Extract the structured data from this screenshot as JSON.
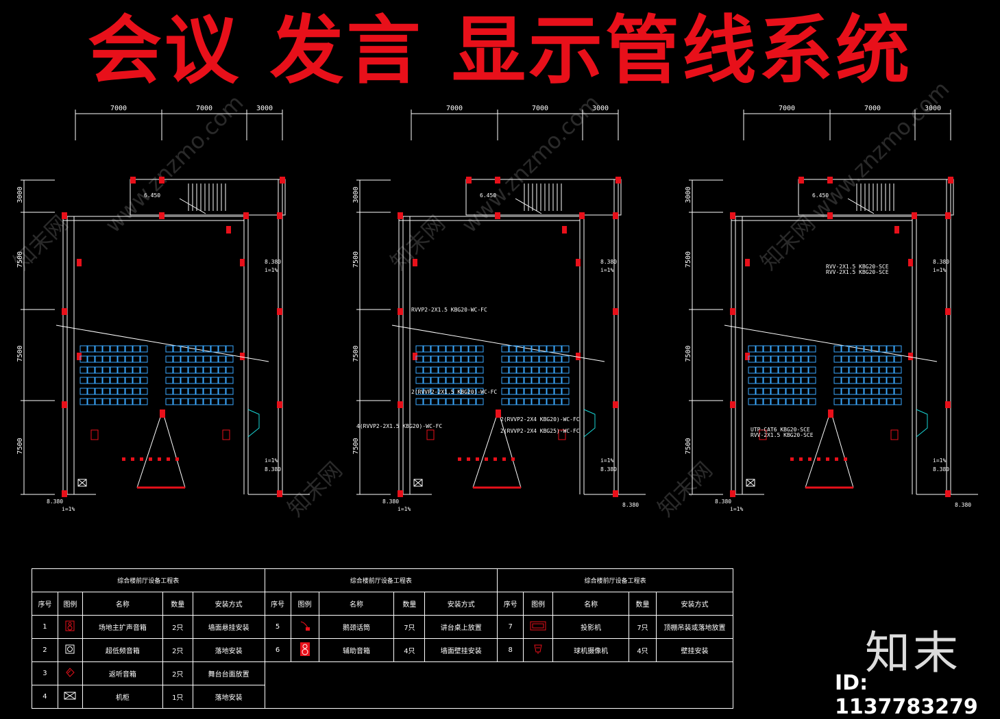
{
  "title": "会议 发言 显示管线系统",
  "colors": {
    "title": "#e8101a",
    "line": "#ffffff",
    "red": "#e8101a",
    "seat": "#3aa9ff",
    "door": "#19d6d6"
  },
  "plans": [
    {
      "dims_h": [
        "7000",
        "7000",
        "3000"
      ],
      "dims_v": [
        "3000",
        "7500",
        "7500",
        "7500"
      ],
      "levels": {
        "top": "6.450",
        "right_upper": "8.380",
        "right_lower": "8.380",
        "bottom_left": "8.380"
      },
      "slope": "i=1%",
      "notes": []
    },
    {
      "dims_h": [
        "7000",
        "7000",
        "3000"
      ],
      "dims_v": [
        "3000",
        "7500",
        "7500",
        "7500"
      ],
      "levels": {
        "top": "6.450",
        "right_upper": "8.380",
        "right_lower": "8.380",
        "bottom_left": "8.380",
        "bottom_right": "8.380"
      },
      "slope": "i=1%",
      "notes": [
        "RVVP2-2X1.5 KBG20-WC-FC",
        "2(RVVP2-2X1.5 KBG20)-WC-FC",
        "4(RVVP2-2X1.5 KBG20)-WC-FC",
        "2(RVVP2-2X4 KBG20)-WC-FC",
        "2(RVVP2-2X4 KBG25)-WC-FC"
      ]
    },
    {
      "dims_h": [
        "7000",
        "7000",
        "3000"
      ],
      "dims_v": [
        "3000",
        "7500",
        "7500",
        "7500"
      ],
      "levels": {
        "top": "6.450",
        "right_upper": "8.380",
        "right_lower": "8.380",
        "bottom_left": "8.380",
        "bottom_right": "8.380"
      },
      "slope": "i=1%",
      "notes": [
        "RVV-2X1.5 KBG20-SCE",
        "RVV-2X1.5 KBG20-SCE",
        "UTP-CAT6 KBG20-SCE",
        "RVV-2X1.5 KBG20-SCE"
      ]
    }
  ],
  "legend": {
    "sections": [
      "综合楼前厅设备工程表",
      "综合楼前厅设备工程表",
      "综合楼前厅设备工程表"
    ],
    "headers": [
      "序号",
      "图例",
      "名称",
      "数量",
      "安装方式"
    ],
    "rows": [
      {
        "no": "1",
        "icon": "speaker-box-icon",
        "name": "场地主扩声音箱",
        "qty": "2只",
        "mount": "墙面悬挂安装"
      },
      {
        "no": "2",
        "icon": "subwoofer-icon",
        "name": "超低频音箱",
        "qty": "2只",
        "mount": "落地安装"
      },
      {
        "no": "3",
        "icon": "monitor-speaker-icon",
        "name": "返听音箱",
        "qty": "2只",
        "mount": "舞台台面放置"
      },
      {
        "no": "4",
        "icon": "cabinet-icon",
        "name": "机柜",
        "qty": "1只",
        "mount": "落地安装"
      },
      {
        "no": "5",
        "icon": "microphone-icon",
        "name": "鹅颈话筒",
        "qty": "7只",
        "mount": "讲台桌上放置"
      },
      {
        "no": "6",
        "icon": "auxiliary-speaker-icon",
        "name": "辅助音箱",
        "qty": "4只",
        "mount": "墙面壁挂安装"
      },
      {
        "no": "7",
        "icon": "projector-icon",
        "name": "投影机",
        "qty": "7只",
        "mount": "顶棚吊装或落地放置"
      },
      {
        "no": "8",
        "icon": "camera-icon",
        "name": "球机摄像机",
        "qty": "4只",
        "mount": "壁挂安装"
      }
    ]
  },
  "watermark": {
    "logo": "知末",
    "id": "ID: 1137783279",
    "site": "www.znzmo.com",
    "cn": "知末网"
  }
}
